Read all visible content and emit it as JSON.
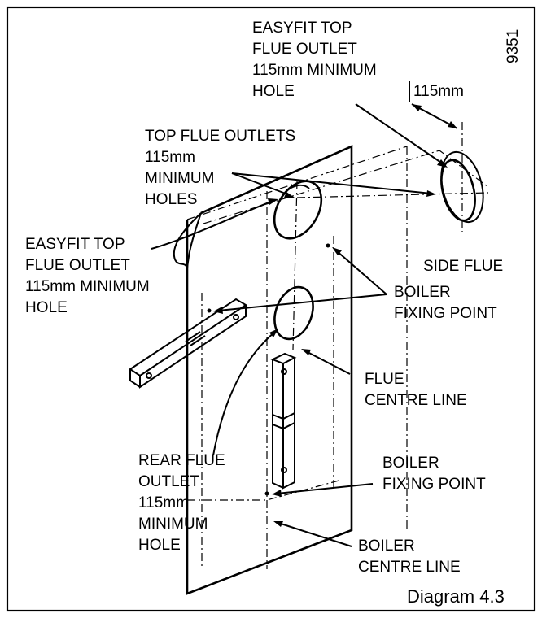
{
  "diagram": {
    "ref_number": "9351",
    "caption": "Diagram 4.3",
    "labels": {
      "easyfit_side": [
        "EASYFIT TOP",
        "FLUE OUTLET",
        "115mm MINIMUM",
        "HOLE"
      ],
      "top_outlets": [
        "TOP FLUE OUTLETS",
        "115mm",
        "MINIMUM",
        "HOLES"
      ],
      "easyfit_left": [
        "EASYFIT TOP",
        "FLUE OUTLET",
        "115mm MINIMUM",
        "HOLE"
      ],
      "side_flue": "SIDE FLUE",
      "boiler_fixing_1": [
        "BOILER",
        "FIXING POINT"
      ],
      "flue_centre": [
        "FLUE",
        "CENTRE LINE"
      ],
      "rear_outlet": [
        "REAR FLUE",
        "OUTLET",
        "115mm",
        "MINIMUM",
        "HOLE"
      ],
      "boiler_fixing_2": [
        "BOILER",
        "FIXING POINT"
      ],
      "boiler_centre": [
        "BOILER",
        "CENTRE LINE"
      ],
      "dimension": "115mm"
    }
  }
}
